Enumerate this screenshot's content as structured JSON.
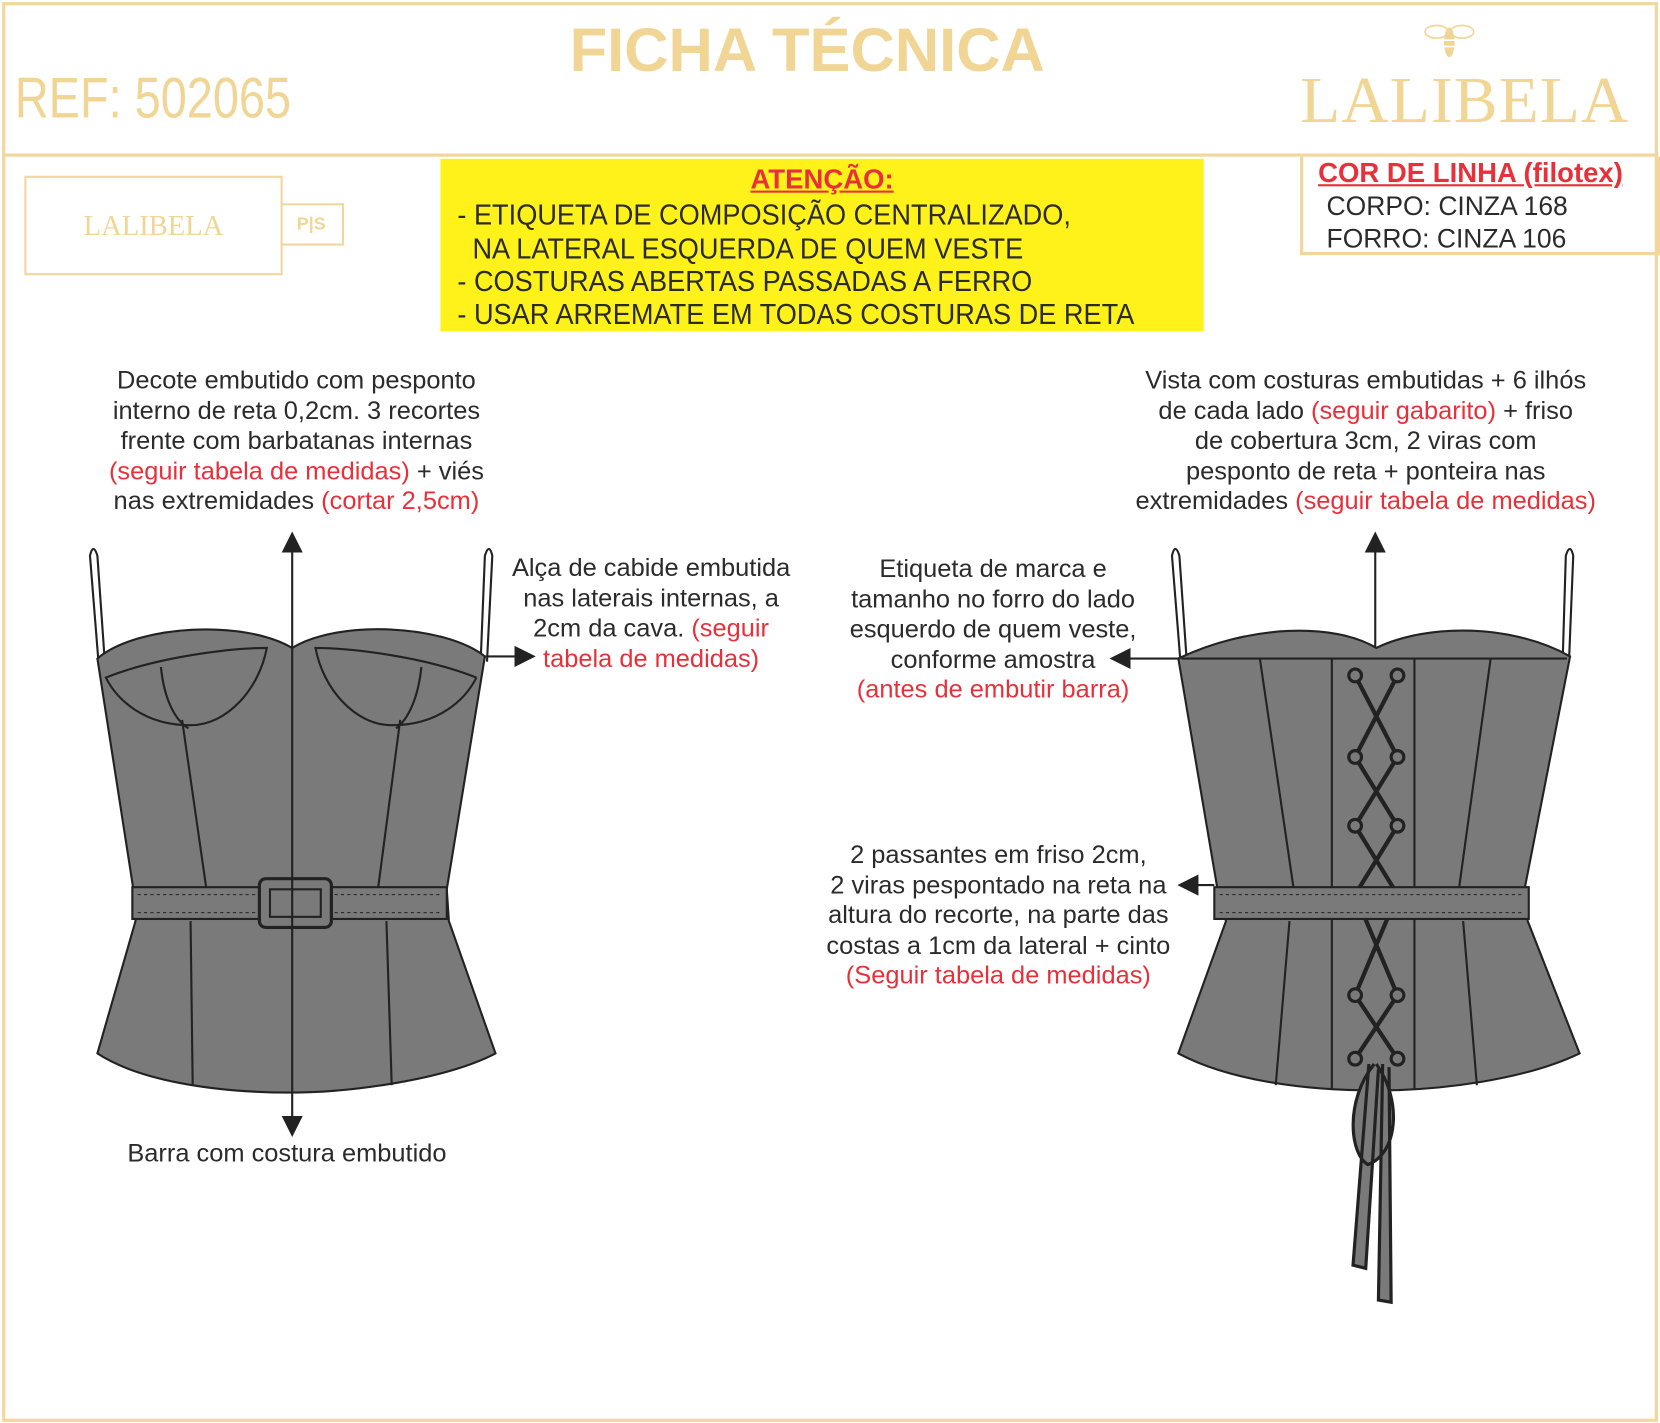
{
  "header": {
    "title": "FICHA TÉCNICA",
    "ref": "REF: 502065",
    "brand": "LALIBELA"
  },
  "label": {
    "brand": "LALIBELA",
    "size_tag": "P|S"
  },
  "attention": {
    "title": "ATENÇÃO:",
    "lines": [
      "- ETIQUETA DE COMPOSIÇÃO CENTRALIZADO,",
      "  NA LATERAL ESQUERDA DE QUEM VESTE",
      "- COSTURAS ABERTAS PASSADAS A FERRO",
      "- USAR ARREMATE EM TODAS COSTURAS DE RETA"
    ]
  },
  "thread_color": {
    "title": "COR DE LINHA (filotex)",
    "items": [
      "CORPO: CINZA 168",
      "FORRO: CINZA 106"
    ]
  },
  "notes": {
    "neckline": {
      "l1": "Decote embutido com pesponto",
      "l2": "interno de reta 0,2cm. 3 recortes",
      "l3": "frente com barbatanas internas",
      "l4_red": "(seguir tabela de medidas)",
      "l4": " + viés",
      "l5": "nas extremidades ",
      "l5_red": "(cortar 2,5cm)"
    },
    "hanger": {
      "l1": "Alça de cabide embutida",
      "l2": "nas laterais internas, a",
      "l3": "2cm da cava. ",
      "l3_red": "(seguir",
      "l4_red": "tabela de medidas)"
    },
    "hem": "Barra com costura embutido",
    "facing": {
      "l1": "Vista com costuras embutidas + 6 ilhós",
      "l2": "de cada lado ",
      "l2_red": "(seguir gabarito)",
      "l2b": " + friso",
      "l3": "de cobertura 3cm, 2 viras com",
      "l4": "pesponto de reta + ponteira nas",
      "l5": "extremidades ",
      "l5_red": "(seguir tabela de medidas)"
    },
    "brand_label": {
      "l1": "Etiqueta de marca e",
      "l2": "tamanho no forro do lado",
      "l3": "esquerdo de quem veste,",
      "l4": "conforme amostra",
      "l5_red": "(antes de embutir barra)"
    },
    "belt_loops": {
      "l1": "2 passantes em friso 2cm,",
      "l2": "2 viras pespontado na reta na",
      "l3": "altura do recorte, na parte das",
      "l4": "costas a 1cm da lateral + cinto",
      "l5_red": "(Seguir tabela de medidas)"
    }
  },
  "colors": {
    "accent": "#f1d595",
    "highlight": "#fff21a",
    "red": "#e8303a",
    "garment": "#7a7a7a"
  }
}
